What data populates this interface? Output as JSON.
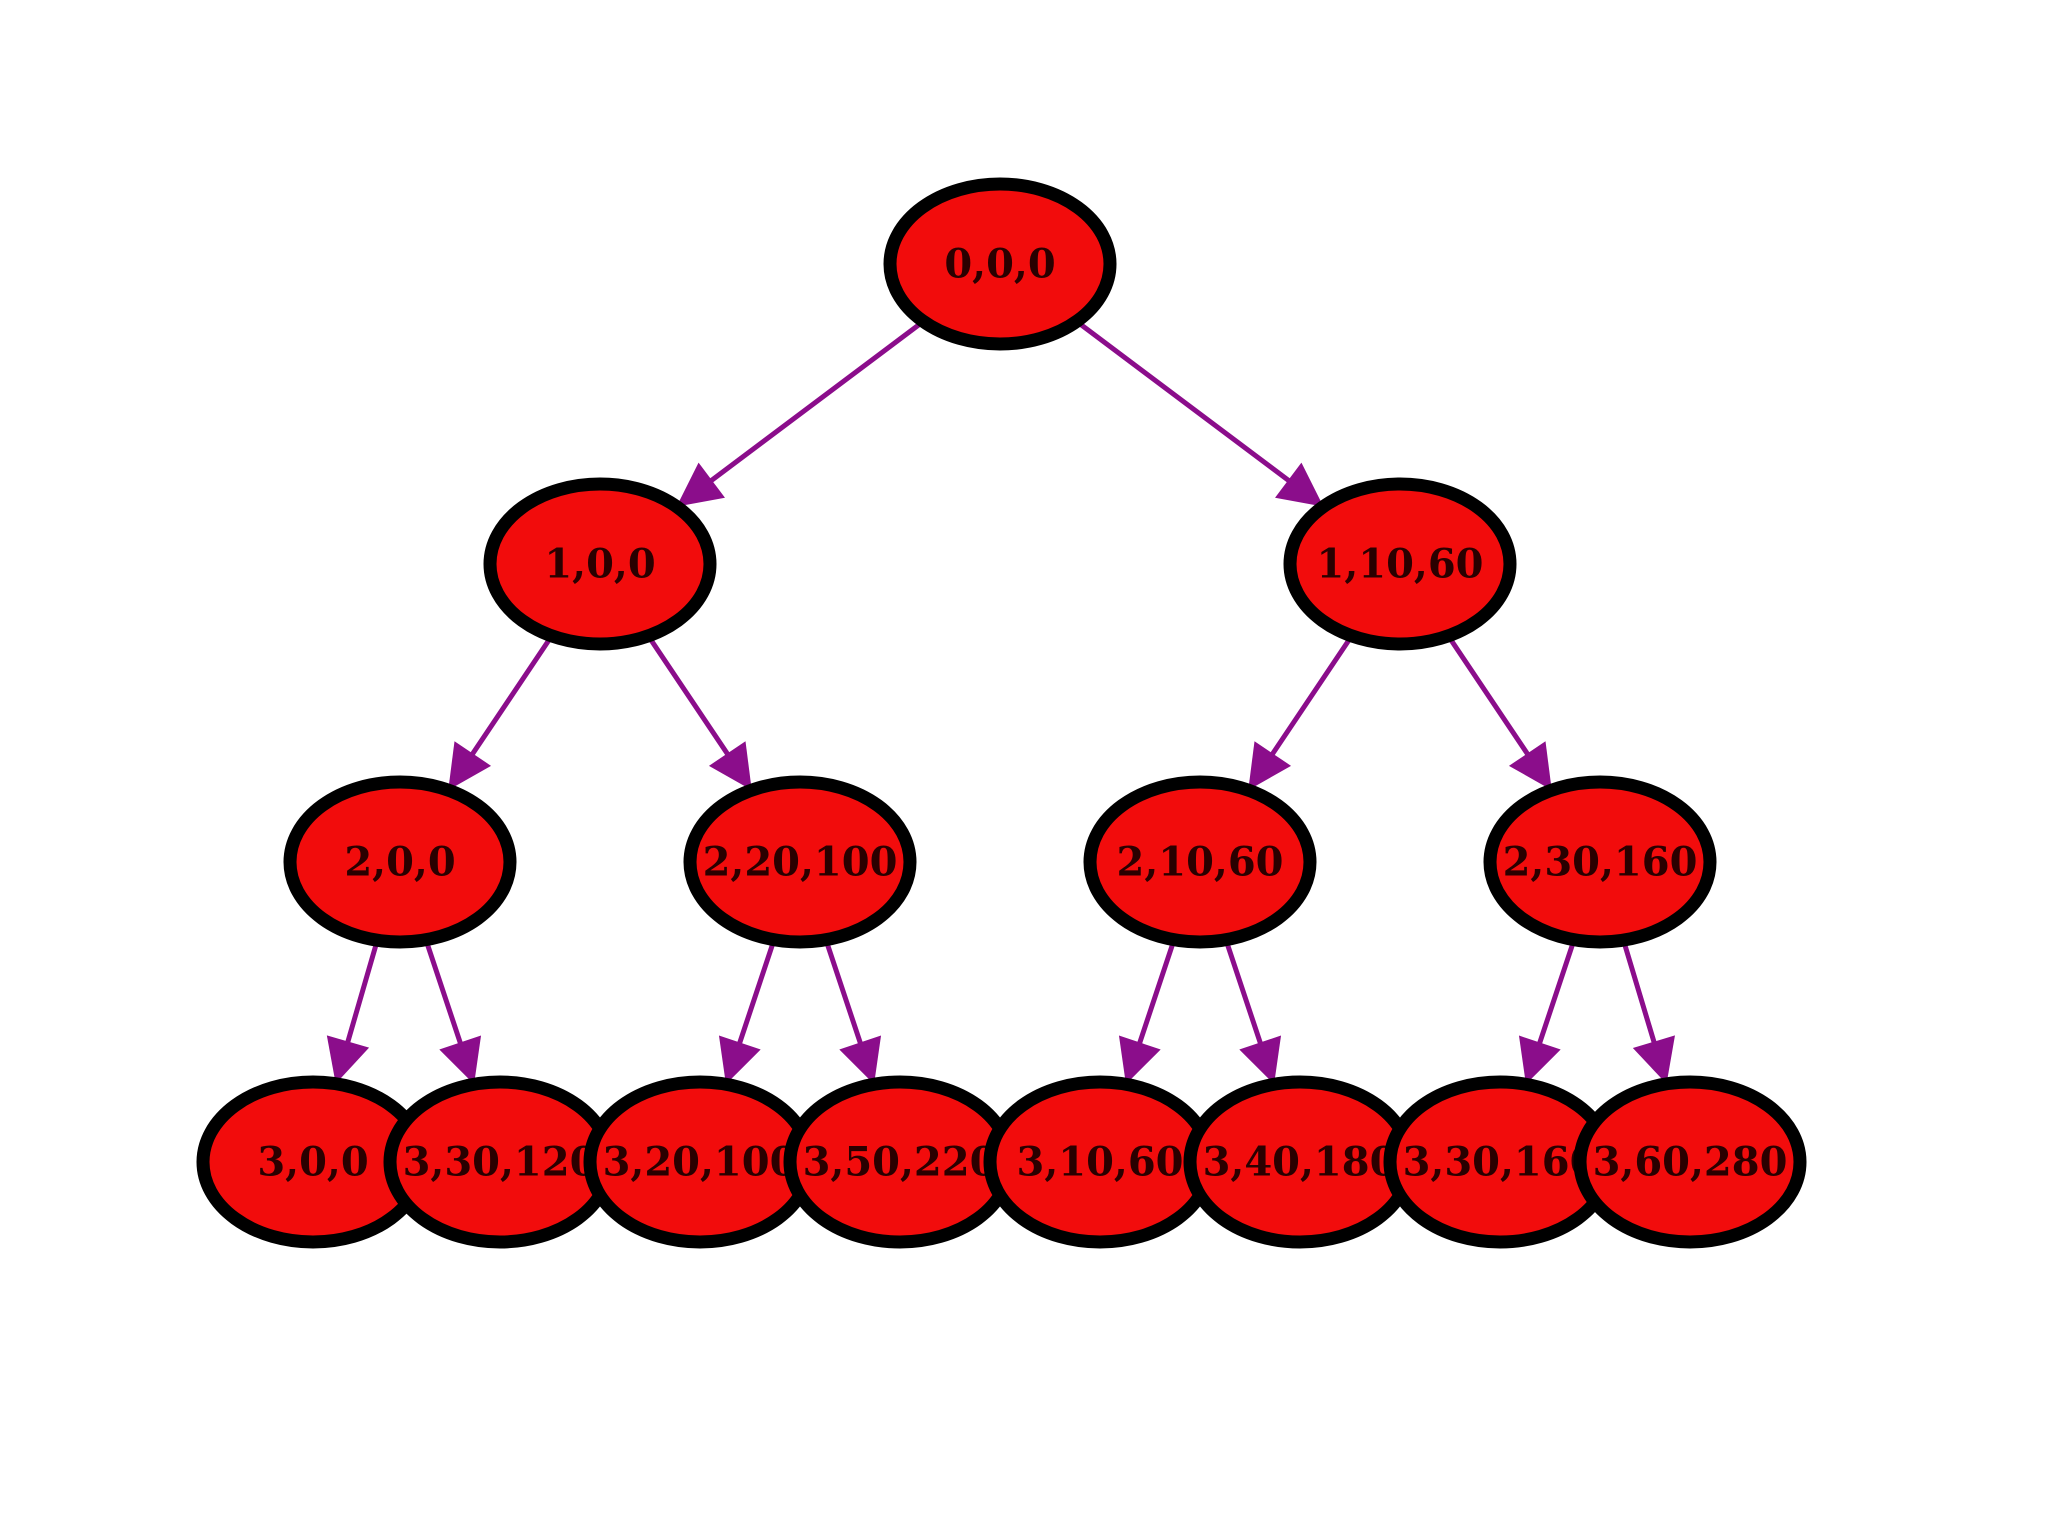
{
  "diagram": {
    "type": "tree",
    "colors": {
      "node_fill": "#f20c0c",
      "node_stroke": "#000000",
      "edge": "#8b0d8b"
    },
    "nodes": [
      {
        "id": "n0",
        "label": "0,0,0"
      },
      {
        "id": "n1",
        "label": "1,0,0"
      },
      {
        "id": "n2",
        "label": "1,10,60"
      },
      {
        "id": "n3",
        "label": "2,0,0"
      },
      {
        "id": "n4",
        "label": "2,20,100"
      },
      {
        "id": "n5",
        "label": "2,10,60"
      },
      {
        "id": "n6",
        "label": "2,30,160"
      },
      {
        "id": "n7",
        "label": "3,0,0"
      },
      {
        "id": "n8",
        "label": "3,30,120"
      },
      {
        "id": "n9",
        "label": "3,20,100"
      },
      {
        "id": "n10",
        "label": "3,50,220"
      },
      {
        "id": "n11",
        "label": "3,10,60"
      },
      {
        "id": "n12",
        "label": "3,40,180"
      },
      {
        "id": "n13",
        "label": "3,30,160"
      },
      {
        "id": "n14",
        "label": "3,60,280"
      }
    ],
    "edges": [
      {
        "from": "n0",
        "to": "n1"
      },
      {
        "from": "n0",
        "to": "n2"
      },
      {
        "from": "n1",
        "to": "n3"
      },
      {
        "from": "n1",
        "to": "n4"
      },
      {
        "from": "n2",
        "to": "n5"
      },
      {
        "from": "n2",
        "to": "n6"
      },
      {
        "from": "n3",
        "to": "n7"
      },
      {
        "from": "n3",
        "to": "n8"
      },
      {
        "from": "n4",
        "to": "n9"
      },
      {
        "from": "n4",
        "to": "n10"
      },
      {
        "from": "n5",
        "to": "n11"
      },
      {
        "from": "n5",
        "to": "n12"
      },
      {
        "from": "n6",
        "to": "n13"
      },
      {
        "from": "n6",
        "to": "n14"
      }
    ]
  }
}
